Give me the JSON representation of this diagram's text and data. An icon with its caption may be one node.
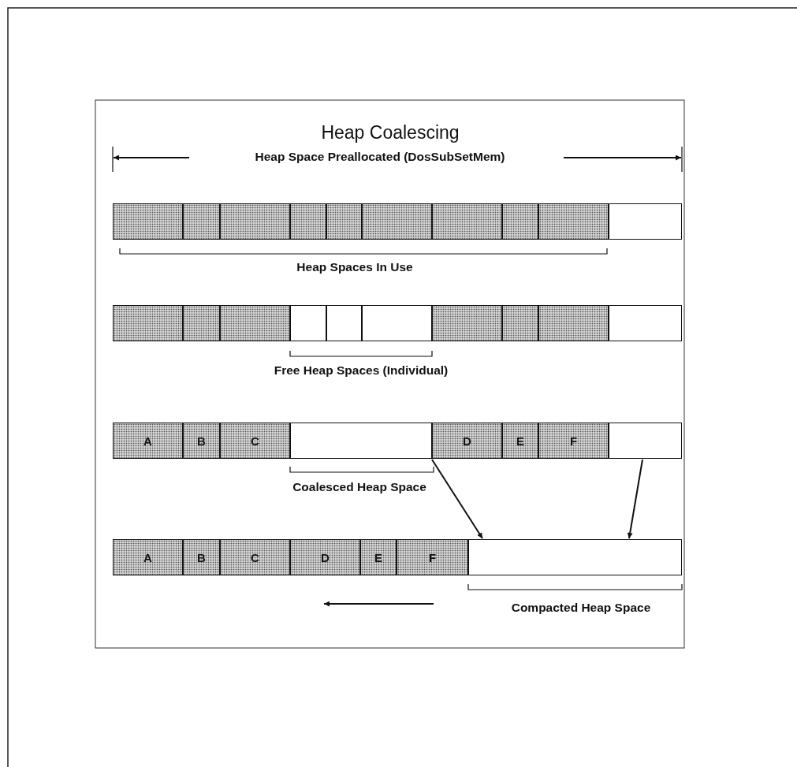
{
  "diagram": {
    "title": "Heap Coalescing",
    "nodes": [
      {
        "text": [],
        "shape": "box"
      },
      {
        "text": [],
        "shape": "box"
      },
      {
        "text": [],
        "shape": "box"
      },
      {
        "text": [],
        "shape": "box"
      },
      {
        "text": [],
        "shape": "box"
      },
      {
        "text": [],
        "shape": "box"
      },
      {
        "text": [],
        "shape": "box"
      },
      {
        "text": [],
        "shape": "box"
      },
      {
        "text": [],
        "shape": "box"
      },
      {
        "text": [],
        "shape": "box"
      },
      {
        "text": [],
        "shape": "box"
      },
      {
        "text": [],
        "shape": "box"
      },
      {
        "text": [],
        "shape": "box"
      },
      {
        "text": [],
        "shape": "box"
      },
      {
        "text": [],
        "shape": "box"
      },
      {
        "text": [],
        "shape": "box"
      },
      {
        "text": [],
        "shape": "box"
      },
      {
        "text": [],
        "shape": "box"
      },
      {
        "text": [],
        "shape": "box"
      },
      {
        "text": [],
        "shape": "box"
      },
      {
        "text": [
          "A"
        ]
      },
      {
        "text": [
          "B"
        ]
      },
      {
        "text": [
          "C"
        ]
      },
      {
        "text": [],
        "shape": "box"
      },
      {
        "text": [
          "D"
        ]
      },
      {
        "text": [
          "E"
        ]
      },
      {
        "text": [
          "F"
        ]
      },
      {
        "text": [],
        "shape": "box"
      },
      {
        "text": [
          "A"
        ]
      },
      {
        "text": [
          "B"
        ]
      },
      {
        "text": [
          "C"
        ]
      },
      {
        "text": [
          "D"
        ]
      },
      {
        "text": [
          "E"
        ]
      },
      {
        "text": [
          "F"
        ]
      },
      {
        "text": [],
        "shape": "box"
      }
    ],
    "edges": [
      {
        "from": 23,
        "to": 34,
        "arrow": "to"
      },
      {
        "from": 27,
        "to": 34,
        "arrow": "to"
      }
    ],
    "labels": [
      "Heap Space Preallocated (DosSubSetMem)",
      "Heap Spaces In Use",
      "Free Heap Spaces (Individual)",
      "Coalesced Heap Space",
      "Compacted Heap Space"
    ]
  }
}
